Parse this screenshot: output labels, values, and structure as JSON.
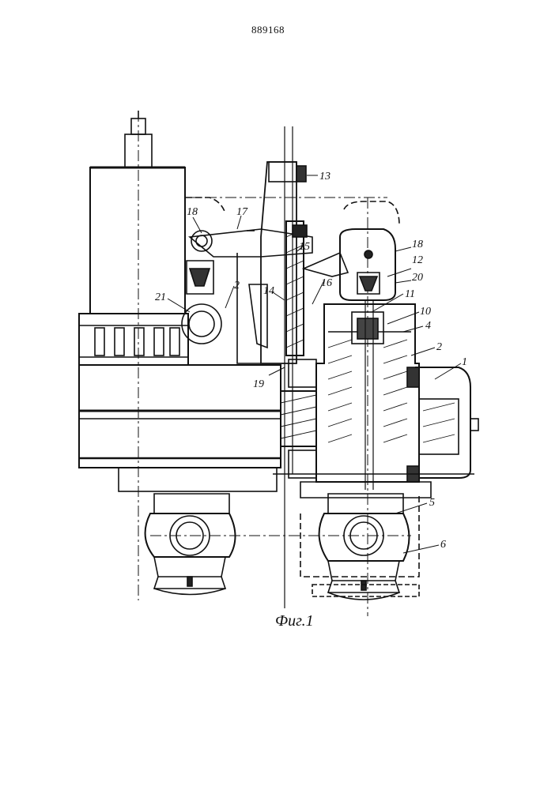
{
  "document": {
    "patent_number": "889168",
    "figure_caption": "Фиг.1"
  },
  "callouts": [
    {
      "id": "c13",
      "text": "13"
    },
    {
      "id": "c18a",
      "text": "18"
    },
    {
      "id": "c17",
      "text": "17"
    },
    {
      "id": "c15",
      "text": "15"
    },
    {
      "id": "c18b",
      "text": "18"
    },
    {
      "id": "c12",
      "text": "12"
    },
    {
      "id": "c20",
      "text": "20"
    },
    {
      "id": "c16",
      "text": "16"
    },
    {
      "id": "c14",
      "text": "14"
    },
    {
      "id": "c2a",
      "text": "2"
    },
    {
      "id": "c21",
      "text": "21"
    },
    {
      "id": "c11",
      "text": "11"
    },
    {
      "id": "c10",
      "text": "10"
    },
    {
      "id": "c4",
      "text": "4"
    },
    {
      "id": "c2b",
      "text": "2"
    },
    {
      "id": "c1",
      "text": "1"
    },
    {
      "id": "c19",
      "text": "19"
    },
    {
      "id": "c5",
      "text": "5"
    },
    {
      "id": "c6",
      "text": "6"
    }
  ],
  "colors": {
    "ink": "#111111",
    "background": "#ffffff"
  }
}
